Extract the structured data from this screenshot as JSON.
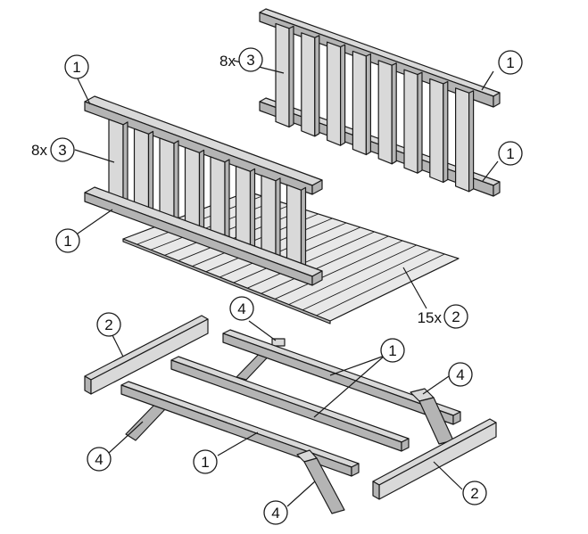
{
  "colors": {
    "wood_face": "#d9d9d9",
    "wood_side": "#b4b4b4",
    "wood_light": "#e8e8e8",
    "outline": "#1a1a1a",
    "background": "#ffffff"
  },
  "callouts": {
    "c1": "1",
    "c2": "1",
    "c3": "1",
    "c4": "1",
    "c5": "1",
    "c6": "1",
    "c7": "1",
    "c8": "2",
    "c9": "2",
    "c10": "2",
    "c11": "3",
    "c12": "3",
    "c13": "4",
    "c14": "4",
    "c15": "4",
    "c16": "4"
  },
  "quantities": {
    "q1": "8x",
    "q2": "8x",
    "q3": "15x"
  }
}
